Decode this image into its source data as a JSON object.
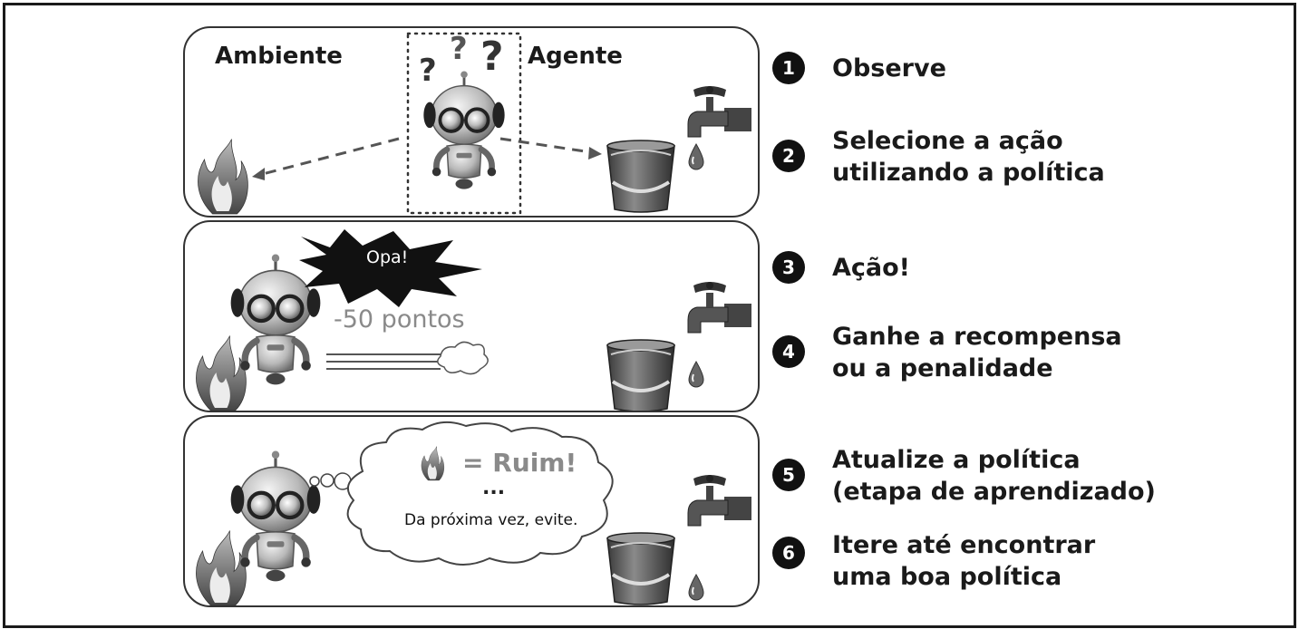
{
  "panel1": {
    "ambiente_label": "Ambiente",
    "agente_label": "Agente"
  },
  "panel2": {
    "shout": "Opa!",
    "points": "-50 pontos"
  },
  "panel3": {
    "thought_main": "= Ruim!",
    "thought_dots": "...",
    "thought_sub": "Da próxima vez, evite."
  },
  "steps": [
    {
      "number": "1",
      "lines": [
        "Observe"
      ]
    },
    {
      "number": "2",
      "lines": [
        "Selecione a ação",
        "utilizando a política"
      ]
    },
    {
      "number": "3",
      "lines": [
        "Ação!"
      ]
    },
    {
      "number": "4",
      "lines": [
        "Ganhe a recompensa",
        "ou a penalidade"
      ]
    },
    {
      "number": "5",
      "lines": [
        "Atualize a política",
        "(etapa de aprendizado)"
      ]
    },
    {
      "number": "6",
      "lines": [
        "Itere até encontrar",
        "uma boa política"
      ]
    }
  ],
  "icons": [
    "robot-icon",
    "fire-icon",
    "bucket-icon",
    "faucet-icon",
    "water-drop-icon",
    "question-mark-icon"
  ]
}
